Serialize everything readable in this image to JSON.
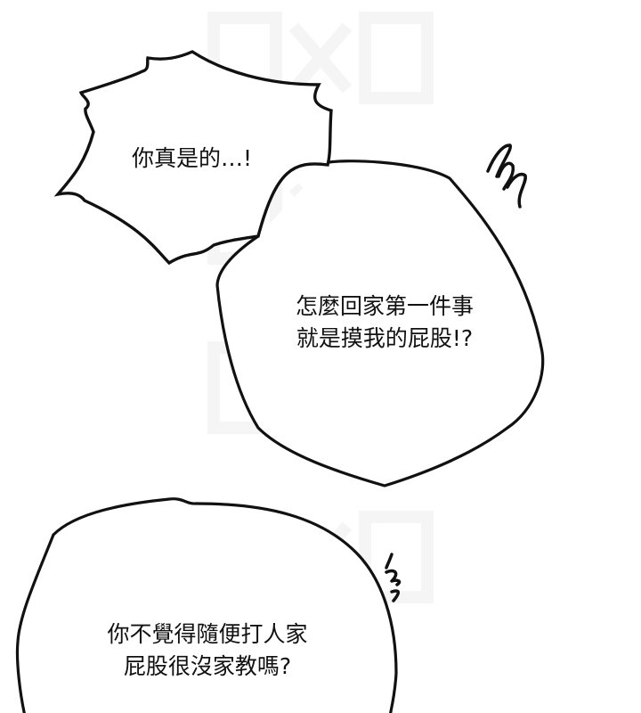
{
  "panel": {
    "background": "#ffffff",
    "ink_color": "#111111"
  },
  "bubbles": [
    {
      "type": "spiky-shout",
      "lines": [
        "你真是的…!"
      ]
    },
    {
      "type": "round-speech",
      "lines": [
        "怎麼回家第一件事",
        "就是摸我的屁股!?"
      ]
    },
    {
      "type": "round-speech",
      "lines": [
        "你不覺得隨便打人家",
        "屁股很沒家教嗎?"
      ]
    }
  ],
  "effects": [
    {
      "name": "squiggle-anger-mark-upper",
      "position": "right of middle bubble"
    },
    {
      "name": "squiggle-anger-mark-lower",
      "position": "right of bottom bubble"
    }
  ]
}
